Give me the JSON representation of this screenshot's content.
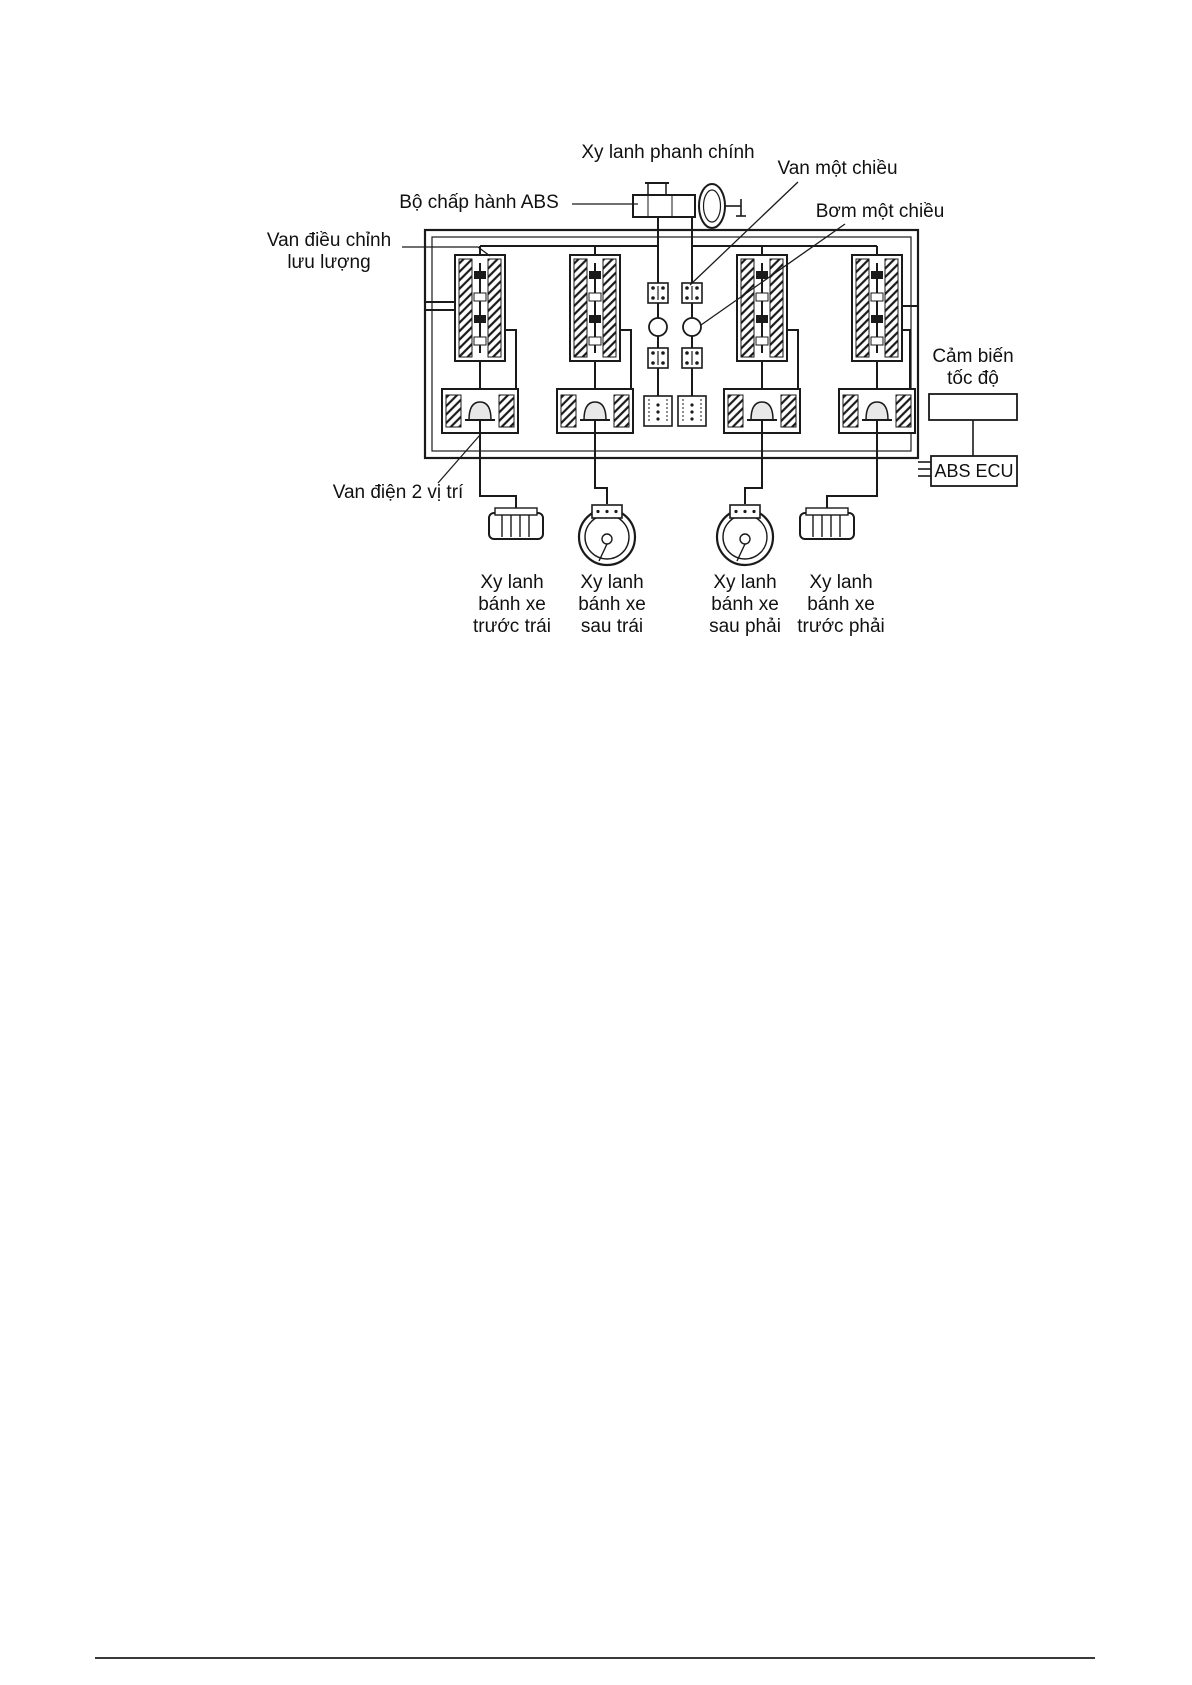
{
  "page": {
    "background": "#ffffff",
    "line_color": "#1a1a1a"
  },
  "diagram": {
    "labels": {
      "master_cylinder": "Xy lanh phanh chính",
      "check_valve": "Van một chiều",
      "abs_actuator": "Bộ chấp hành ABS",
      "pump": "Bơm một chiều",
      "flow_control_valve_line1": "Van điều chỉnh",
      "flow_control_valve_line2": "lưu lượng",
      "speed_sensor_line1": "Cảm biến",
      "speed_sensor_line2": "tốc độ",
      "abs_ecu": "ABS ECU",
      "solenoid_valve": "Van điện 2 vị trí",
      "wheel_cylinders": [
        {
          "line1": "Xy lanh",
          "line2": "bánh xe",
          "line3": "trước trái"
        },
        {
          "line1": "Xy lanh",
          "line2": "bánh xe",
          "line3": "sau trái"
        },
        {
          "line1": "Xy lanh",
          "line2": "bánh xe",
          "line3": "sau phải"
        },
        {
          "line1": "Xy lanh",
          "line2": "bánh xe",
          "line3": "trước phải"
        }
      ]
    }
  }
}
